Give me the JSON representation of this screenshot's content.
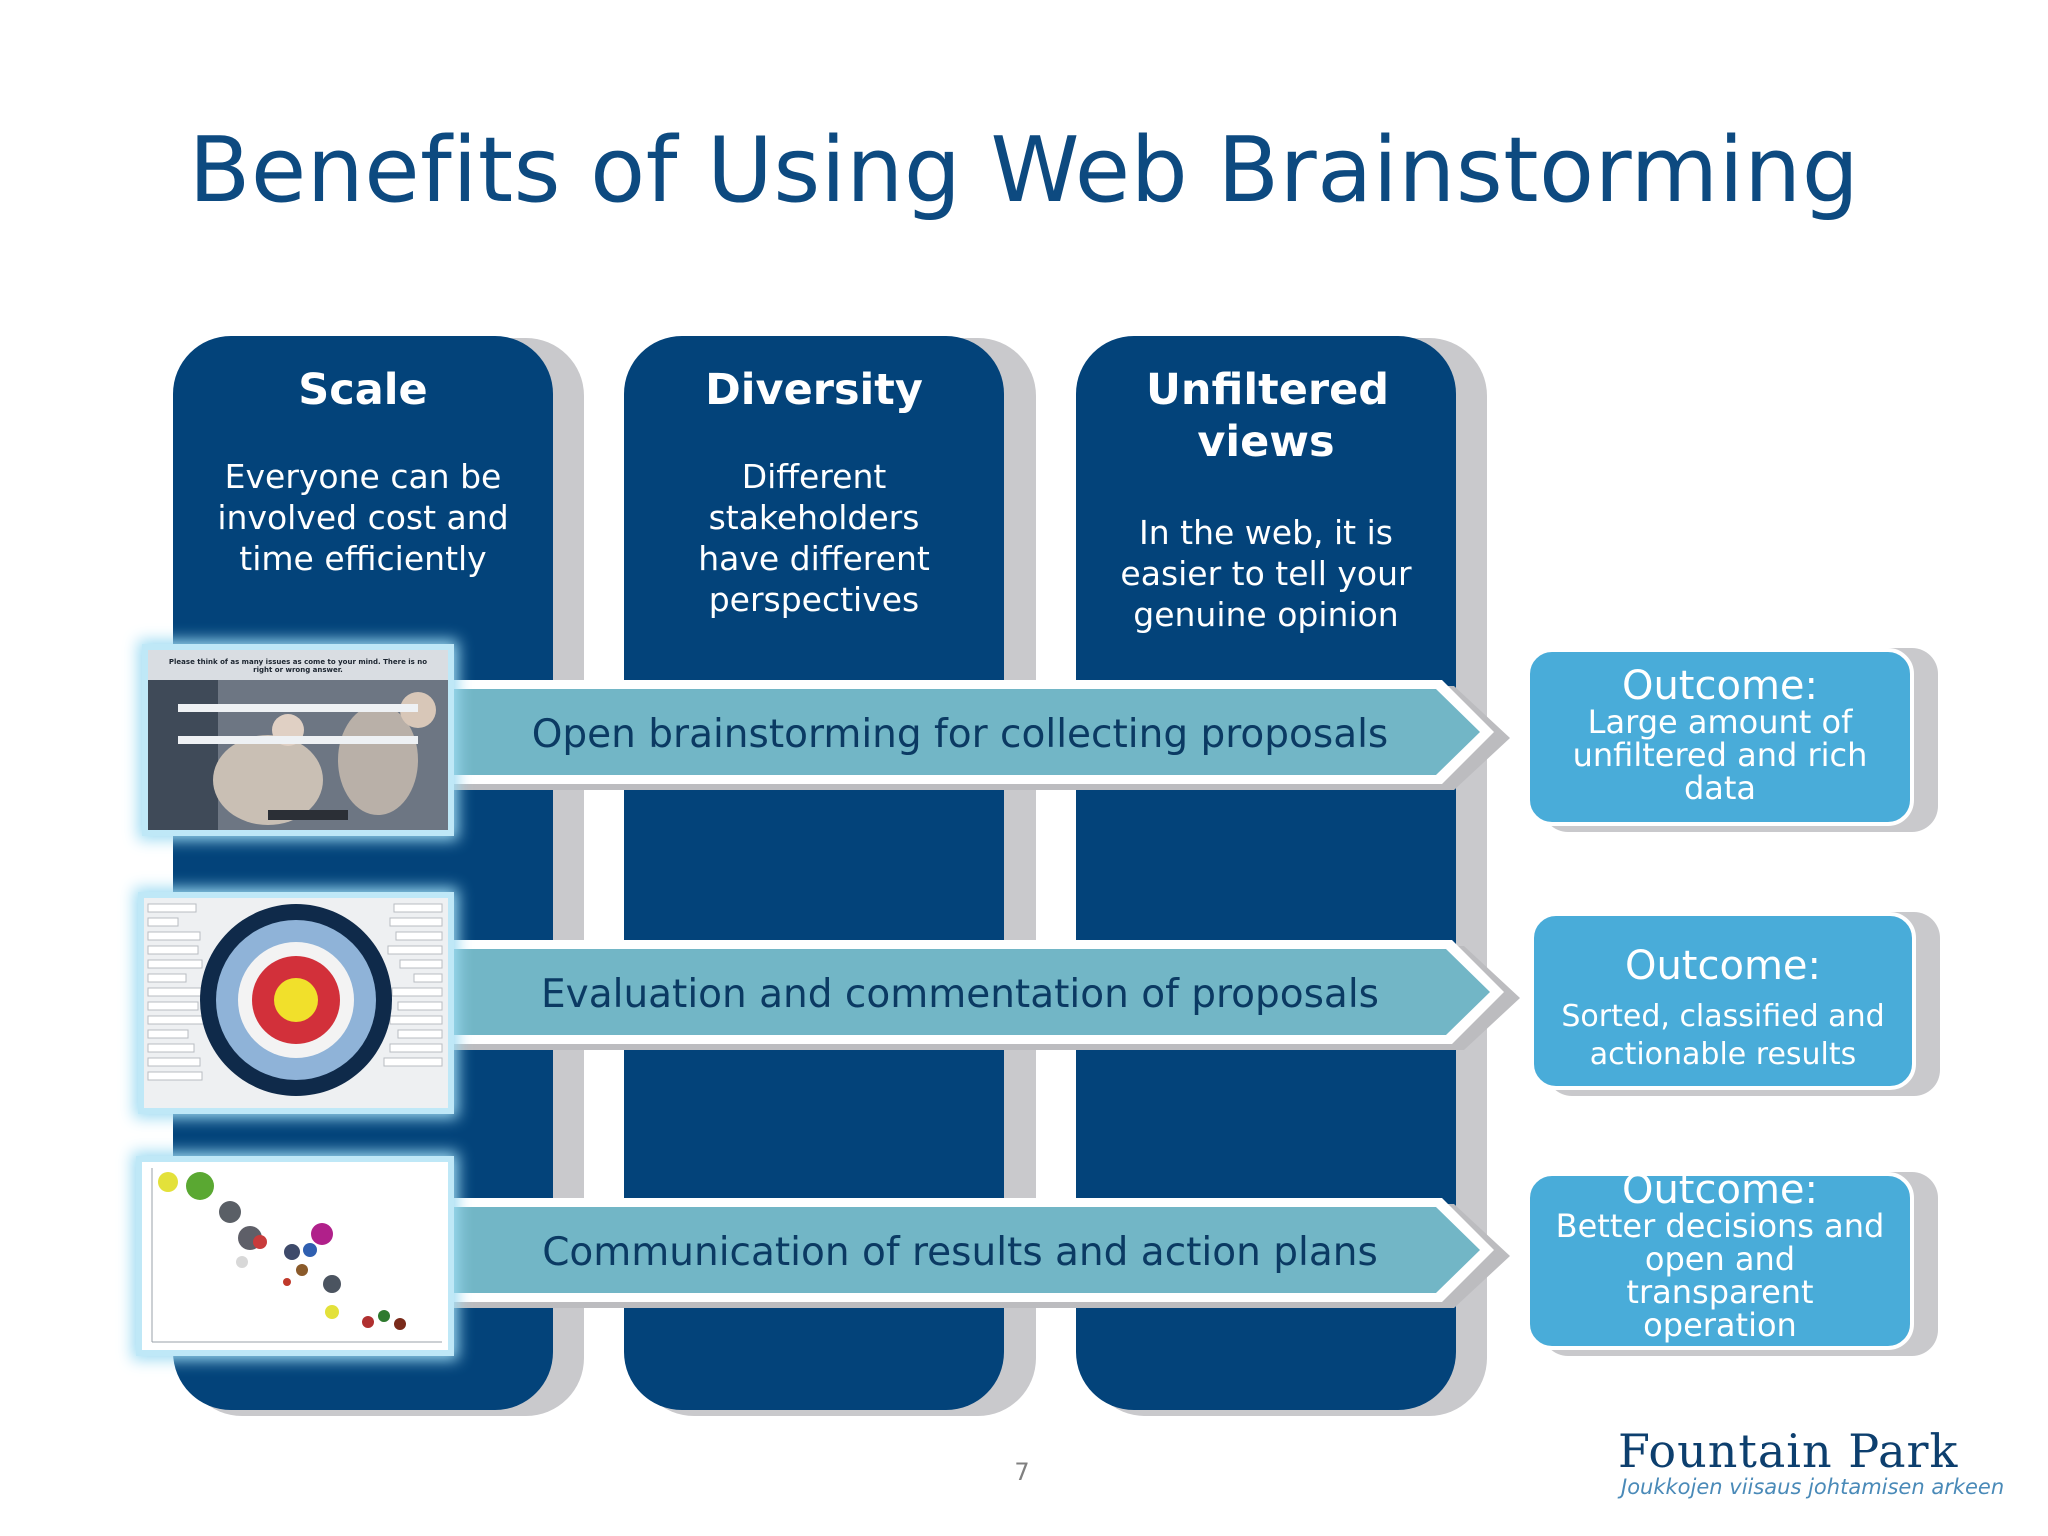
{
  "title": "Benefits of Using Web Brainstorming",
  "columns": [
    {
      "heading": "Scale",
      "description": "Everyone can be involved cost and time efficiently"
    },
    {
      "heading": "Diversity",
      "description": "Different stakeholders have different perspectives"
    },
    {
      "heading": "Unfiltered views",
      "description": "In the web, it is easier to tell your genuine opinion"
    }
  ],
  "process_steps": [
    {
      "label": "Open brainstorming for collecting proposals"
    },
    {
      "label": "Evaluation and commentation of proposals"
    },
    {
      "label": "Communication of results and action plans"
    }
  ],
  "outcomes": [
    {
      "title": "Outcome:",
      "body": "Large amount of unfiltered and rich data"
    },
    {
      "title": "Outcome:",
      "body": "Sorted, classified and actionable results"
    },
    {
      "title": "Outcome:",
      "body": "Better decisions and open and transparent operation"
    }
  ],
  "thumbnails": [
    {
      "caption": "Please think of as many issues as come to your mind. There is no right or wrong answer."
    },
    {
      "caption": ""
    },
    {
      "caption": ""
    }
  ],
  "page_number": "7",
  "logo": {
    "name": "Fountain Park",
    "tagline": "Joukkojen viisaus johtamisen arkeen"
  },
  "colors": {
    "title": "#0d4a80",
    "column": "#03437a",
    "arrow": "#72b6c6",
    "outcome": "#49acd9"
  }
}
